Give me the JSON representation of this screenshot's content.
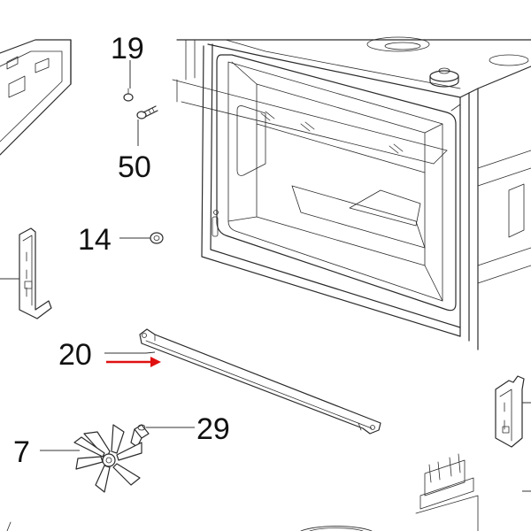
{
  "diagram": {
    "callouts": [
      {
        "id": "19",
        "text": "19"
      },
      {
        "id": "50",
        "text": "50"
      },
      {
        "id": "14",
        "text": "14"
      },
      {
        "id": "20",
        "text": "20"
      },
      {
        "id": "29",
        "text": "29"
      },
      {
        "id": "7",
        "text": "7"
      }
    ],
    "highlight_arrow_color": "#e01010",
    "line_color": "#2b2b2b"
  }
}
